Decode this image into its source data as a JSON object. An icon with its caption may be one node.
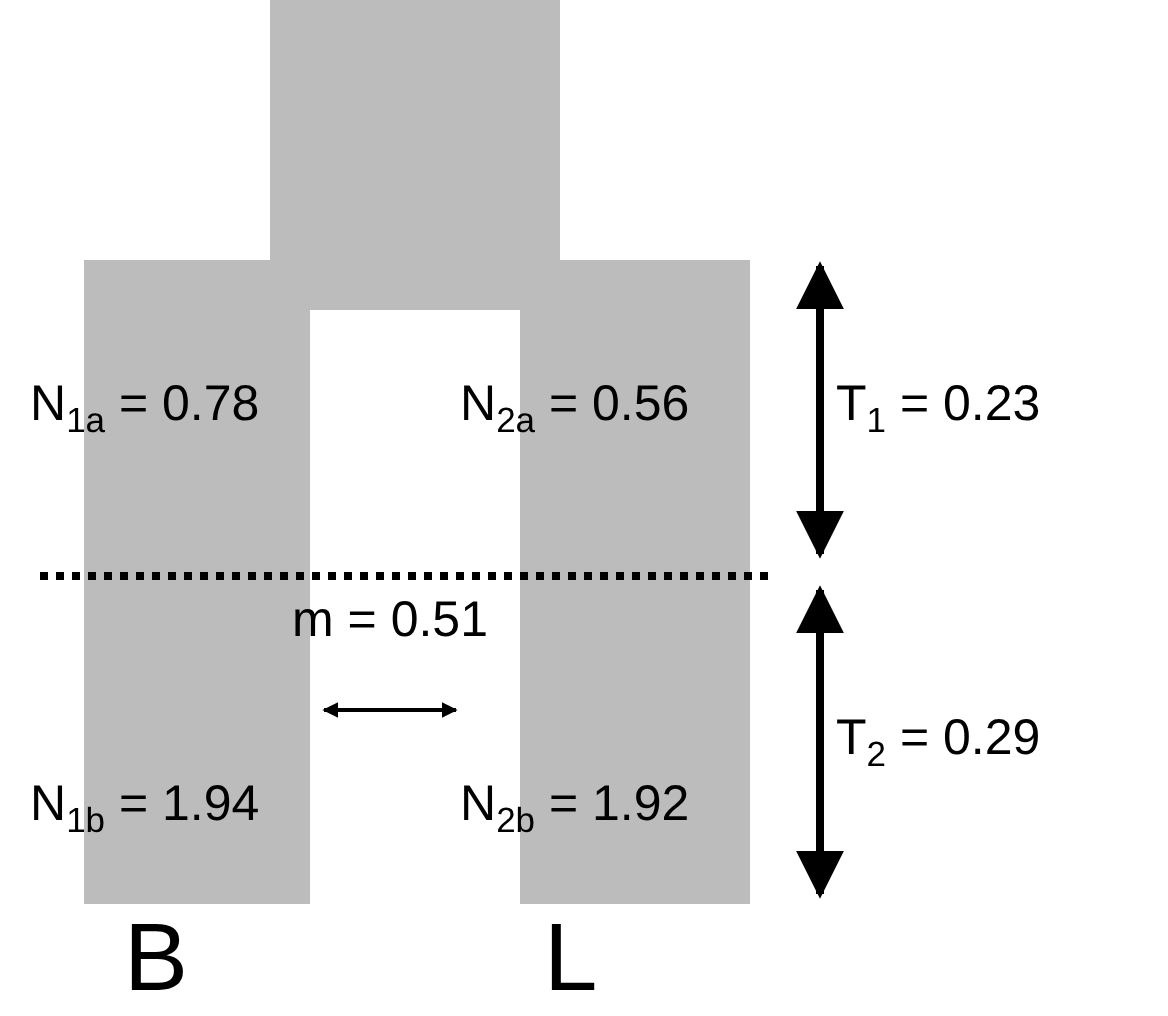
{
  "diagram": {
    "nodes": [
      {
        "text": [],
        "shape": "box"
      },
      {
        "text": [
          "N$_{1a}$ = 0.78",
          "N$_{1b}$ = 1.94"
        ],
        "beside": [
          "B"
        ]
      },
      {
        "text": [
          "N$_{2a}$ = 0.56",
          "N$_{2b}$ = 1.92"
        ],
        "beside": [
          "L"
        ]
      }
    ],
    "edges": [
      {
        "from": 1,
        "to": 2,
        "arrow": "both",
        "label": "m = 0.51"
      }
    ],
    "labels": [
      "T$_{1}$ = 0.23",
      "T$_{2}$ = 0.29"
    ]
  }
}
